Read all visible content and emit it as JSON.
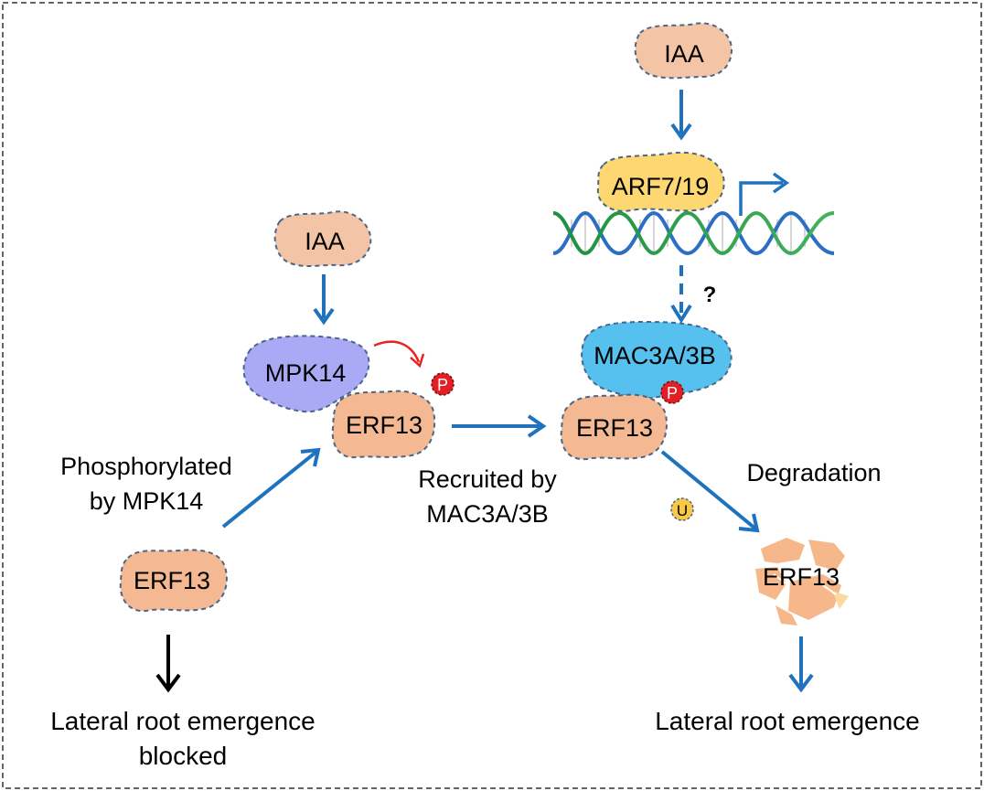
{
  "nodes": {
    "iaa_left": "IAA",
    "iaa_top": "IAA",
    "arf": "ARF7/19",
    "mpk14": "MPK14",
    "mac": "MAC3A/3B",
    "erf13_bottom": "ERF13",
    "erf13_mid": "ERF13",
    "erf13_right": "ERF13",
    "erf13_degraded": "ERF13"
  },
  "markers": {
    "phospho": "P",
    "ubiquitin": "U",
    "question": "?"
  },
  "labels": {
    "phosphorylated_line1": "Phosphorylated",
    "phosphorylated_line2": "by MPK14",
    "recruited_line1": "Recruited by",
    "recruited_line2": "MAC3A/3B",
    "degradation": "Degradation",
    "left_outcome_line1": "Lateral root emergence",
    "left_outcome_line2": "blocked",
    "right_outcome": "Lateral root emergence"
  },
  "colors": {
    "erf13": "#f4b992",
    "iaa": "#f4c4a6",
    "mpk14": "#a9a9f5",
    "mac": "#56c1ef",
    "arf": "#fcd772",
    "arrow_blue": "#1f72bd",
    "arrow_red": "#e8231f",
    "phospho_red": "#e31e24",
    "ubiquitin_yellow": "#f7c944",
    "dna_green": "#2e9e4c",
    "dna_blue": "#2a6fc4"
  }
}
